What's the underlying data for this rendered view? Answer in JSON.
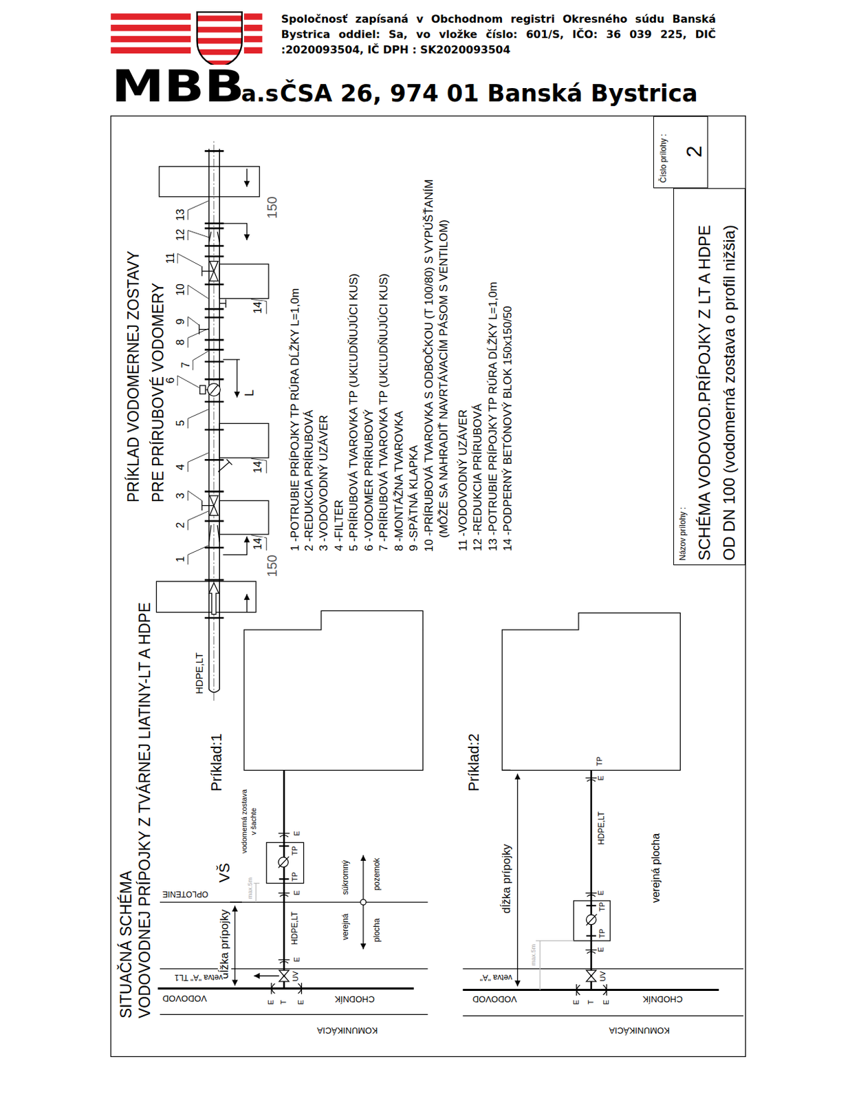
{
  "diagram": {
    "nodes": [
      {
        "text": [
          "Číslo prílohy :",
          "2"
        ]
      },
      {
        "text": [
          "Názov prílohy :",
          "SCHÉMA VODOVOD.PRÍPOJKY Z LT A HDPE OD DN 100 (vodomerná zostava o profil nižšia)"
        ]
      }
    ],
    "labels": [
      "MBB",
      "a.s.",
      "Spoločnosť zapísaná v Obchodnom registri Okresného súdu Banská Bystrica oddiel: Sa, vo vložke číslo: 601/S, IČO: 36 039 225, DIČ :2020093504, IČ DPH : SK2020093504",
      "ČSA 26, 974 01 Banská Bystrica",
      "SITUAČNÁ SCHÉMA",
      "VODOVODNEJ PRÍPOJKY Z TVÁRNEJ LIATINY-LT A HDPE",
      "PRÍKLAD VODOMERNEJ ZOSTAVY",
      "PRE PRÍRUBOVÉ VODOMERY",
      "HDPE,LT",
      "1",
      "2",
      "3",
      "4",
      "5",
      "6",
      "7",
      "8",
      "9",
      "10",
      "11",
      "12",
      "13",
      "14",
      "14",
      "14",
      "150",
      "150",
      "L",
      "1 -POTRUBIE PRÍPOJKY TP RÚRA DĹŽKY L=1,0m",
      "2 -REDUKCIA PRÍRUBOVÁ",
      "3 -VODOVODNÝ UZÁVER",
      "4 -FILTER",
      "5 -PRÍRUBOVÁ TVAROVKA TP (UKĽUDŇUJÚCI KUS)",
      "6 -VODOMER PRÍRUBOVÝ",
      "7 -PRÍRUBOVÁ TVAROVKA TP (UKĽUDŇUJÚCI KUS)",
      "8 -MONTÁŽNA TVAROVKA",
      "9 -SPÄTNÁ KLAPKA",
      "10 -PRÍRUBOVÁ TVAROVKA S ODBOČKOU (T 100/80) S VYPÚŠŤANÍM (MÔŽE SA NAHRADIŤ NAVRTÁVACÍM PÁSOM S VENTILOM)",
      "11 -VODOVODNÝ UZÁVER",
      "12 -REDUKCIA PRÍRUBOVÁ",
      "13 -POTRUBIE PRÍPOJKY TP RÚRA DĹŽKY L=1,0m",
      "14 -PODPERNÝ BETÓNOVÝ BLOK 150x150/50",
      "Príklad:1",
      "OPLOTENIE",
      "VŠ",
      "vodomerná zostava v šachte",
      "dĺžka prípojky",
      "max.5m",
      "súkromný",
      "pozemok",
      "verejná",
      "plocha",
      "HDPE,LT",
      "E",
      "TP",
      "TP",
      "E",
      "E",
      "UV",
      "vetva \"A\" TL1",
      "VODOVOD",
      "E",
      "T",
      "E",
      "CHODNÍK",
      "KOMUNIKÁCIA",
      "Príklad:2",
      "dĺžka prípojky",
      "max.5m",
      "HDPE,LT",
      "verejná plocha",
      "TP",
      "E",
      "E",
      "TP",
      "TP",
      "E",
      "UV",
      "vetva \"A\"",
      "VODOVOD",
      "E",
      "T",
      "E",
      "CHODNÍK",
      "KOMUNIKÁCIA"
    ]
  }
}
